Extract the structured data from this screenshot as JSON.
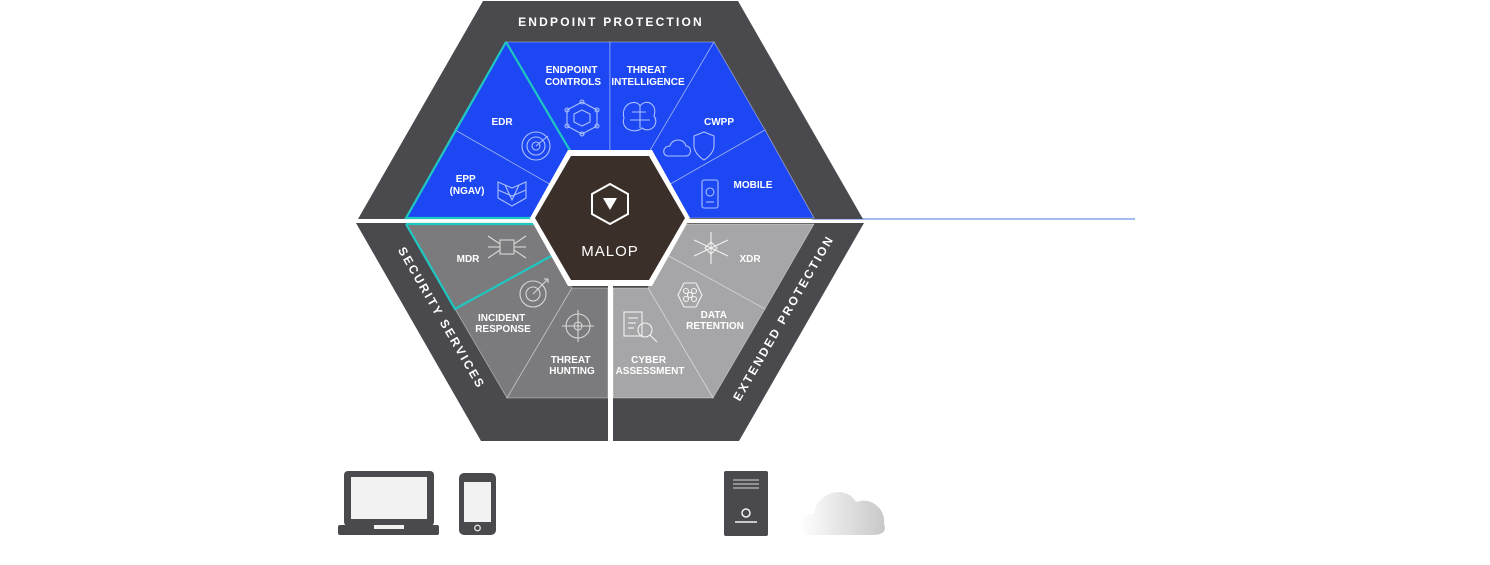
{
  "sectors": {
    "top": "ENDPOINT PROTECTION",
    "left": "SECURITY SERVICES",
    "right": "EXTENDED PROTECTION"
  },
  "segments": {
    "endpoint_controls": [
      "ENDPOINT",
      "CONTROLS"
    ],
    "threat_intelligence": [
      "THREAT",
      "INTELLIGENCE"
    ],
    "edr": [
      "EDR"
    ],
    "cwpp": [
      "CWPP"
    ],
    "epp": [
      "EPP",
      "(NGAV)"
    ],
    "mobile": [
      "MOBILE"
    ],
    "mdr": [
      "MDR"
    ],
    "xdr": [
      "XDR"
    ],
    "incident_response": [
      "INCIDENT",
      "RESPONSE"
    ],
    "data_retention": [
      "DATA",
      "RETENTION"
    ],
    "threat_hunting": [
      "THREAT",
      "HUNTING"
    ],
    "cyber_assessment": [
      "CYBER",
      "ASSESSMENT"
    ]
  },
  "core": {
    "label": "MALOP"
  },
  "colors": {
    "outer_ring": "#4a494d",
    "blue_segment": "#1c47f2",
    "dark_gray_segment": "#7b7b7e",
    "light_gray_segment": "#a6a6a8",
    "highlight_outline": "#1fc7c1",
    "core_fill": "#3b2f2a",
    "connector_line": "#4a77e0"
  },
  "devices": {
    "laptop": "laptop-icon",
    "phone": "phone-icon",
    "server": "server-icon",
    "cloud": "cloud-icon"
  }
}
